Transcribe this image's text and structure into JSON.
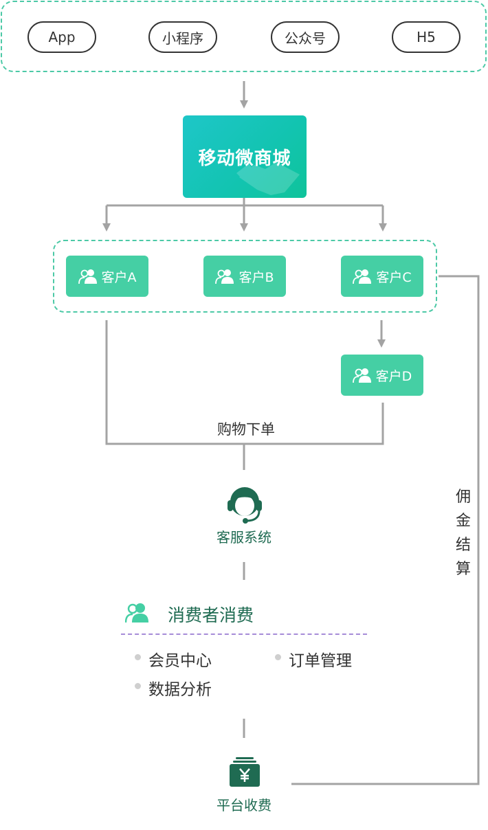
{
  "channels": [
    "App",
    "小程序",
    "公众号",
    "H5"
  ],
  "mall": {
    "title": "移动微商城"
  },
  "customers": {
    "a": "客户A",
    "b": "客户B",
    "c": "客户C",
    "d": "客户D"
  },
  "flow": {
    "purchase": "购物下单",
    "service": "客服系统",
    "consumer_title": "消费者消费",
    "features": [
      "会员中心",
      "订单管理",
      "数据分析"
    ],
    "platform": "平台收费",
    "commission": [
      "佣",
      "金",
      "结",
      "算"
    ]
  },
  "colors": {
    "accent": "#45cfa4",
    "dashed_border": "#4cc9a6",
    "connector": "#a3a3a3",
    "dark_green": "#1f6b52",
    "purple_divider": "#a58bd8"
  },
  "icons": {
    "customer": "users-icon",
    "service": "headset-agent-icon",
    "consumer": "users-icon",
    "platform": "money-yen-icon",
    "mall_decoration": "handshake-icon"
  }
}
